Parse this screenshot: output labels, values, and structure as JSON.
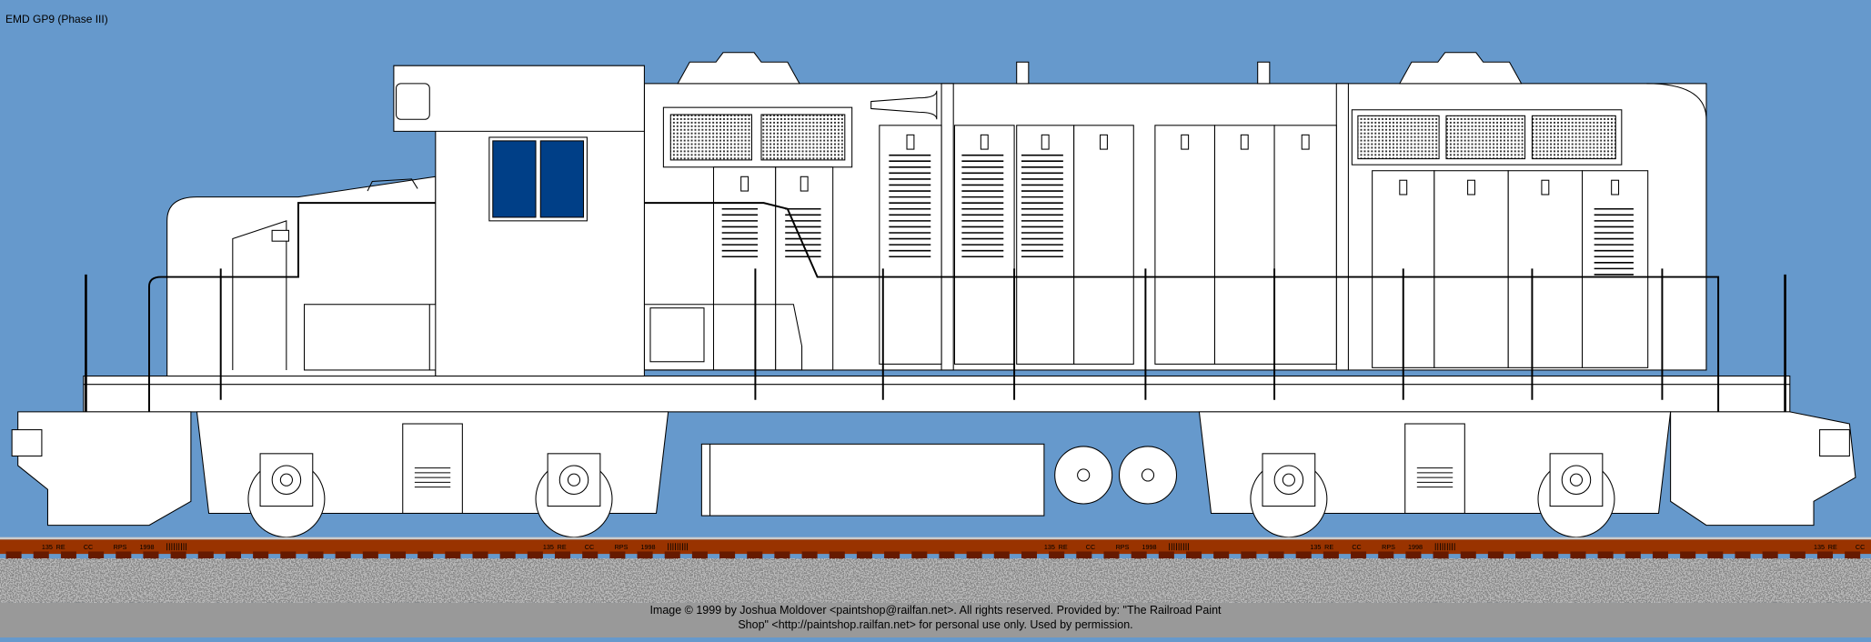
{
  "title": "EMD GP9 (Phase III)",
  "colors": {
    "sky": "#6699cc",
    "body": "#ffffff",
    "outline": "#000000",
    "window": "#003f87",
    "rail": "#993300",
    "tie": "#661a00",
    "footer": "#999999"
  },
  "rail_stamp": {
    "weight": "135",
    "section": "RE",
    "process": "CC",
    "mill": "RPS",
    "year": "1998"
  },
  "footer": {
    "line1": "Image  © 1999 by Joshua Moldover <paintshop@railfan.net>.  All rights reserved.  Provided by: \"The Railroad Paint",
    "line2": "Shop\" <http://paintshop.railfan.net> for personal use only.  Used by permission."
  }
}
